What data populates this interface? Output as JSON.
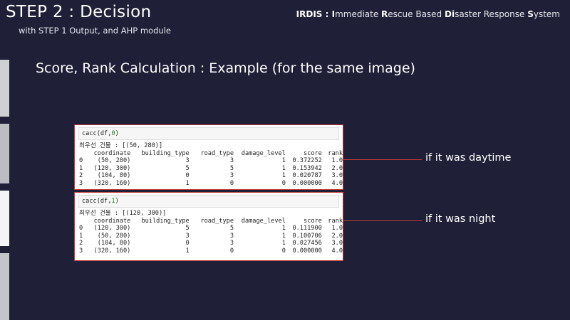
{
  "header": {
    "step_title": "STEP 2 : Decision",
    "step_subtitle": "with STEP 1 Output, and AHP module",
    "brand_parts": [
      {
        "text": "IRDIS : ",
        "bold": true
      },
      {
        "text": "I",
        "bold": true
      },
      {
        "text": "mmediate ",
        "bold": false
      },
      {
        "text": "R",
        "bold": true
      },
      {
        "text": "escue Based ",
        "bold": false
      },
      {
        "text": "Di",
        "bold": true
      },
      {
        "text": "saster Response ",
        "bold": false
      },
      {
        "text": "S",
        "bold": true
      },
      {
        "text": "ystem",
        "bold": false
      }
    ]
  },
  "slide": {
    "title": "Score, Rank Calculation : Example (for the same image)"
  },
  "panels": [
    {
      "code_fn": "cacc(df,",
      "code_arg": "0",
      "code_close": ")",
      "priority": "최우선 건물 : [(50, 280)]",
      "columns": [
        "",
        "coordinate",
        "building_type",
        "road_type",
        "damage_level",
        "score",
        "rank"
      ],
      "rows": [
        [
          "0",
          "(50, 280)",
          "3",
          "3",
          "1",
          "0.372252",
          "1.0"
        ],
        [
          "1",
          "(120, 300)",
          "5",
          "5",
          "1",
          "0.153942",
          "2.0"
        ],
        [
          "2",
          "(104, 80)",
          "0",
          "3",
          "1",
          "0.020787",
          "3.0"
        ],
        [
          "3",
          "(320, 160)",
          "1",
          "0",
          "0",
          "0.000000",
          "4.0"
        ]
      ],
      "note": "if it was daytime"
    },
    {
      "code_fn": "cacc(df,",
      "code_arg": "1",
      "code_close": ")",
      "priority": "최우선 건물 : [(120, 300)]",
      "columns": [
        "",
        "coordinate",
        "building_type",
        "road_type",
        "damage_level",
        "score",
        "rank"
      ],
      "rows": [
        [
          "0",
          "(120, 300)",
          "5",
          "5",
          "1",
          "0.111900",
          "1.0"
        ],
        [
          "1",
          "(50, 280)",
          "3",
          "3",
          "1",
          "0.100706",
          "2.0"
        ],
        [
          "2",
          "(104, 80)",
          "0",
          "3",
          "1",
          "0.027456",
          "3.0"
        ],
        [
          "3",
          "(320, 160)",
          "1",
          "0",
          "0",
          "0.000000",
          "4.0"
        ]
      ],
      "note": "if it was night"
    }
  ],
  "colors": {
    "background": "#1f2037",
    "accent": "#c23a3a",
    "code_number": "#138a13"
  }
}
